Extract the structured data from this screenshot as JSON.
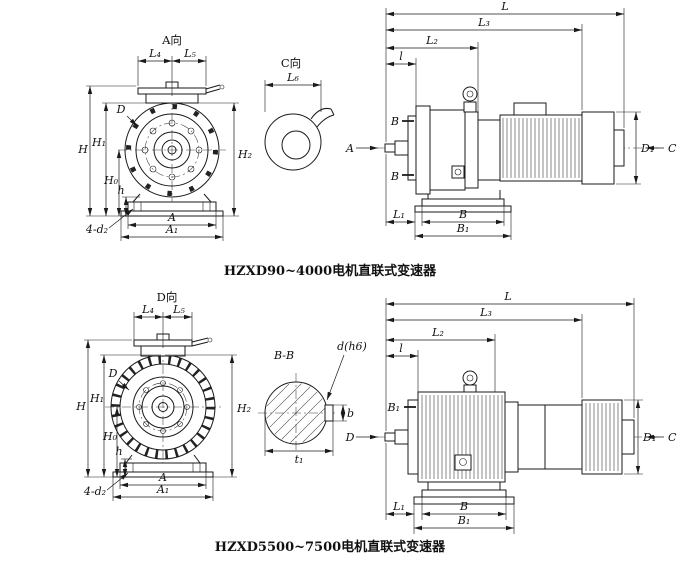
{
  "page": {
    "background": "#ffffff",
    "line_color": "#1a1a1a"
  },
  "fig1": {
    "caption": "HZXD90~4000电机直联式变速器",
    "front": {
      "view_label": "A向",
      "dim_L4": "L₄",
      "dim_L5": "L₅",
      "label_D": "D",
      "dim_H": "H",
      "dim_H1": "H₁",
      "dim_H0": "H₀",
      "dim_h": "h",
      "dim_H2": "H₂",
      "dim_A": "A",
      "dim_A1": "A₁",
      "label_4d2": "4-d₂"
    },
    "cview": {
      "view_label": "C向",
      "dim_L6": "L₆"
    },
    "side": {
      "dim_L": "L",
      "dim_L3": "L₃",
      "dim_L2": "L₂",
      "dim_l": "l",
      "mark_B_top": "B",
      "mark_B_bottom": "B",
      "arrow_A": "A",
      "arrow_C": "C",
      "dim_D1": "D₁",
      "dim_L1": "L₁",
      "dim_B": "B",
      "dim_B1": "B₁"
    }
  },
  "fig2": {
    "caption": "HZXD5500~7500电机直联式变速器",
    "front": {
      "view_label": "D向",
      "dim_L4": "L₄",
      "dim_L5": "L₅",
      "label_D": "D",
      "dim_H": "H",
      "dim_H1": "H₁",
      "dim_H0": "H₀",
      "dim_h": "h",
      "dim_H2": "H₂",
      "dim_A": "A",
      "dim_A1": "A₁",
      "label_4d2": "4-d₂"
    },
    "section": {
      "title": "B-B",
      "label_d": "d(h6)",
      "dim_b": "b",
      "dim_t1": "t₁"
    },
    "side": {
      "dim_L": "L",
      "dim_L3": "L₃",
      "dim_L2": "L₂",
      "dim_l": "l",
      "mark_B1": "B₁",
      "arrow_D": "D",
      "arrow_C": "C",
      "dim_D1": "D₁",
      "dim_L1": "L₁",
      "dim_B": "B",
      "dim_B1": "B₁"
    }
  }
}
